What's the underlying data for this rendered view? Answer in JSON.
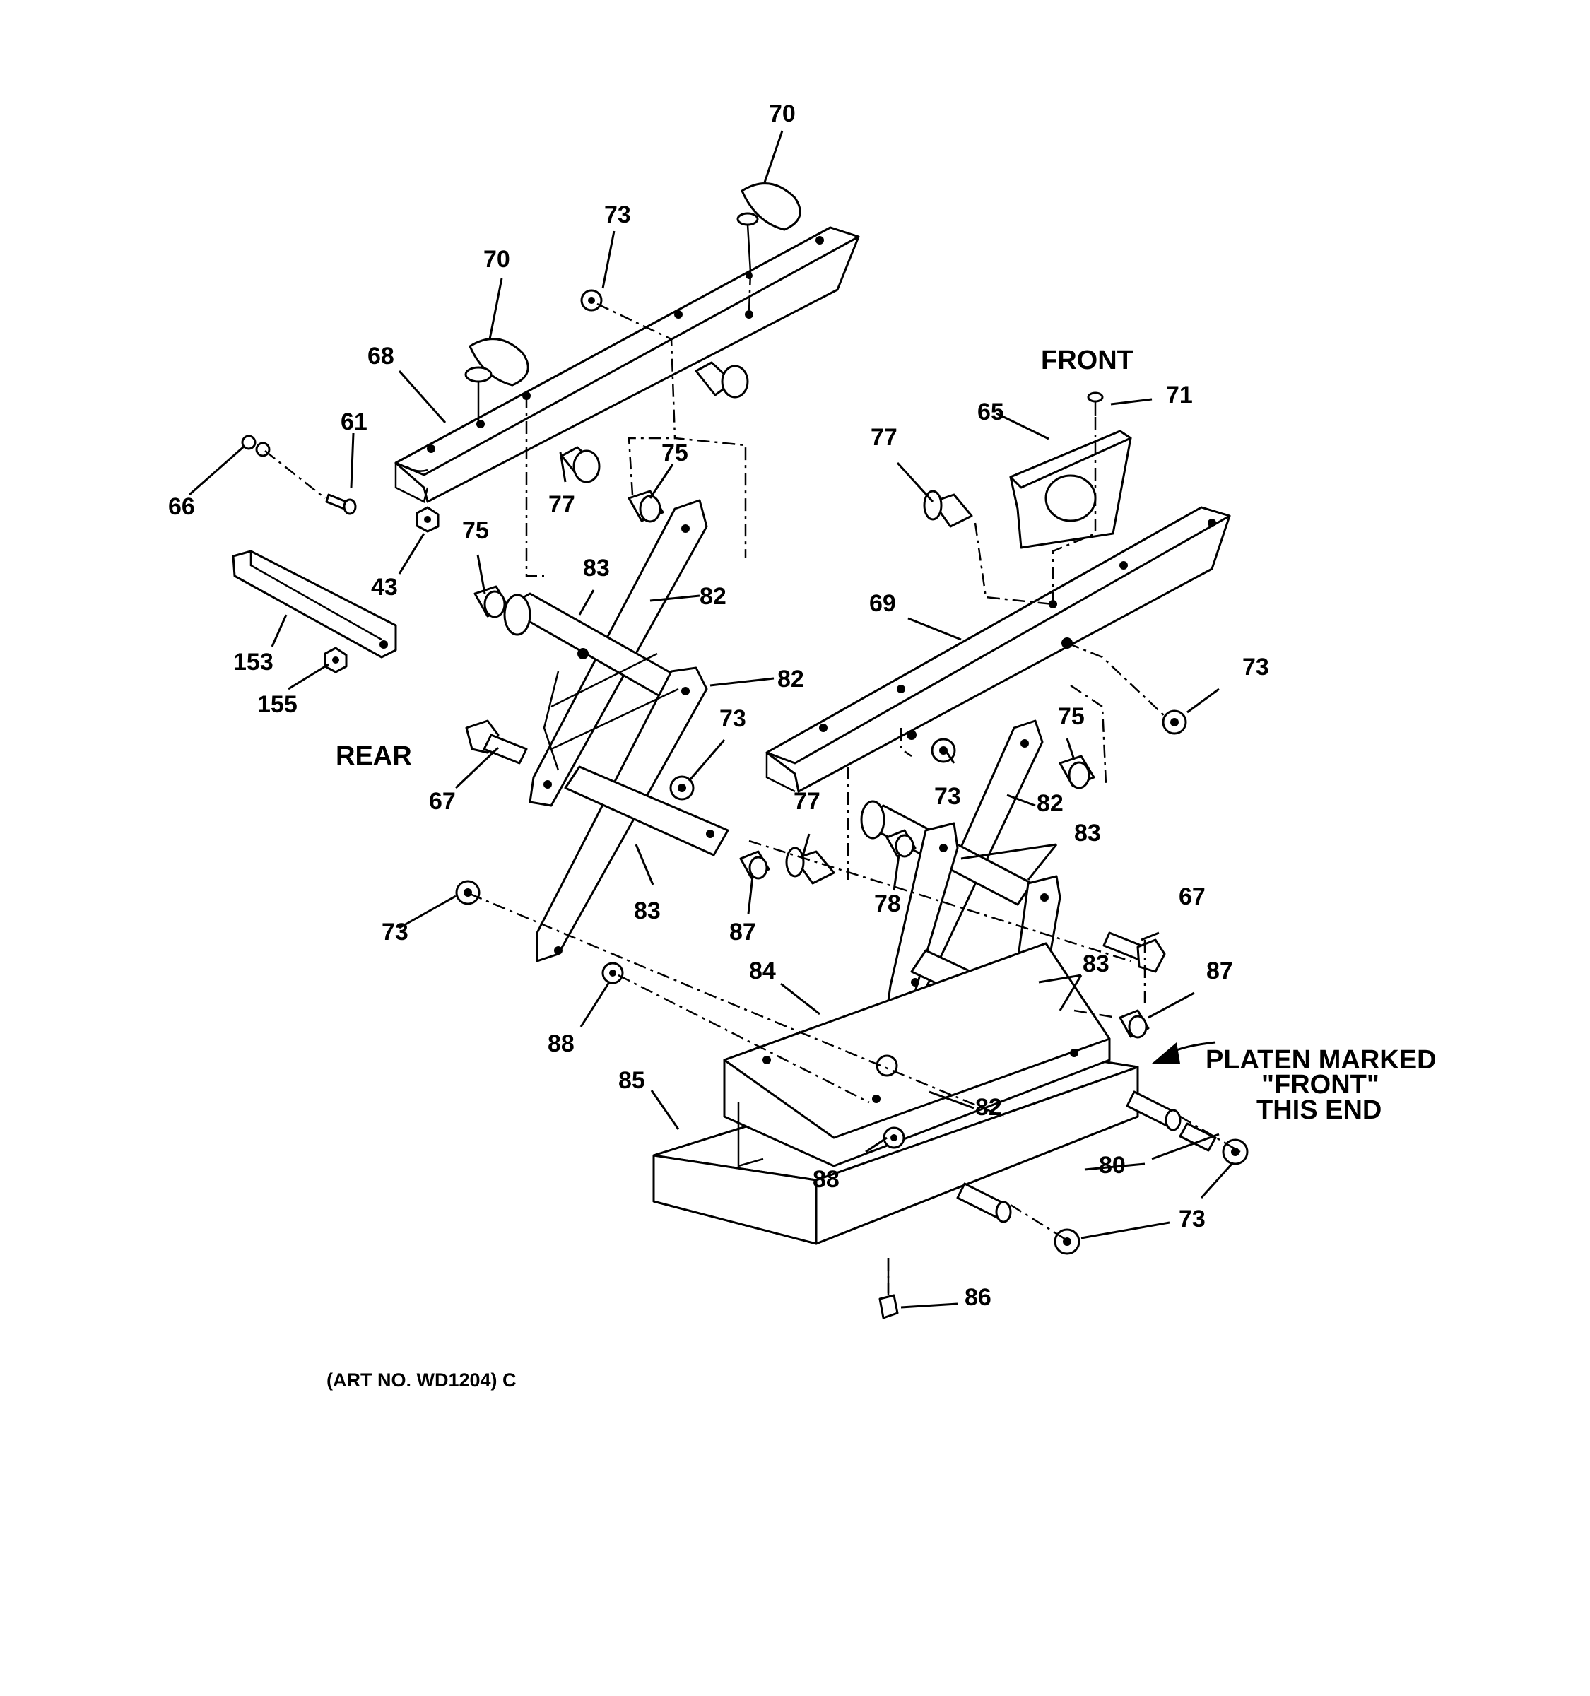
{
  "labels": {
    "front": "FRONT",
    "rear": "REAR",
    "platen_line1": "PLATEN MARKED",
    "platen_line2": "\"FRONT\"",
    "platen_line3": "THIS END",
    "art_no": "(ART NO. WD1204) C"
  },
  "callouts": {
    "c70a": "70",
    "c70b": "70",
    "c73a": "73",
    "c68": "68",
    "c61": "61",
    "c66": "66",
    "c77a": "77",
    "c75a": "75",
    "c43": "43",
    "c75b": "75",
    "c83a": "83",
    "c82a": "82",
    "c153": "153",
    "c155": "155",
    "c82b": "82",
    "c73b": "73",
    "c67a": "67",
    "c73c": "73",
    "c83b": "83",
    "c87a": "87",
    "c65": "65",
    "c71": "71",
    "c77b": "77",
    "c69": "69",
    "c73d": "73",
    "c75c": "75",
    "c73e": "73",
    "c82c": "82",
    "c83c": "83",
    "c77c": "77",
    "c78": "78",
    "c67b": "67",
    "c83d": "83",
    "c87b": "87",
    "c84": "84",
    "c88a": "88",
    "c85": "85",
    "c82d": "82",
    "c80": "80",
    "c88b": "88",
    "c73f": "73",
    "c86": "86"
  }
}
